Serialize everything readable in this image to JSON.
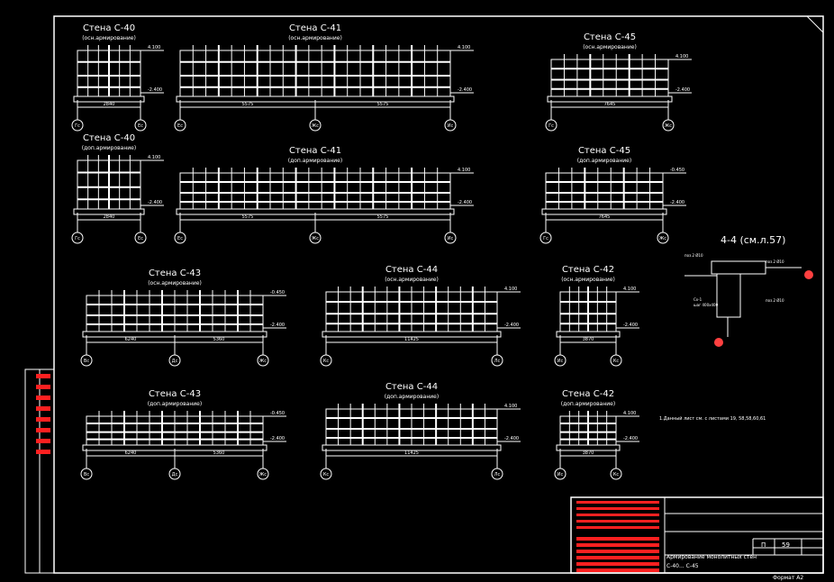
{
  "app": {
    "title": "AutoCAD drawing sheet"
  },
  "colors": {
    "background": "#000000",
    "lines": "#ffffff",
    "accent": "#ff2020",
    "section_mark": "#ff4040"
  },
  "elements": [
    {
      "id": "c40a",
      "title": "Стена  С-40",
      "subtitle": "(осн.армирование)",
      "dims": [
        "2840"
      ],
      "axes": [
        "Гс",
        "Ес"
      ],
      "marks": [
        "4.100",
        "-2.400"
      ]
    },
    {
      "id": "c41a",
      "title": "Стена  С-41",
      "subtitle": "(осн.армирование)",
      "dims": [
        "5575",
        "5575"
      ],
      "axes": [
        "Ес",
        "Жс",
        "Ис"
      ],
      "marks": [
        "4.100",
        "-2.400"
      ]
    },
    {
      "id": "c45a",
      "title": "Стена  С-45",
      "subtitle": "(осн.армирование)",
      "dims": [
        "7645"
      ],
      "axes": [
        "Гс",
        "Жс"
      ],
      "marks": [
        "4.100",
        "-2.400"
      ]
    },
    {
      "id": "c40b",
      "title": "Стена  С-40",
      "subtitle": "(доп.армирование)",
      "dims": [
        "2840"
      ],
      "axes": [
        "Гс",
        "Ес"
      ],
      "marks": [
        "4.100",
        "-2.400"
      ]
    },
    {
      "id": "c41b",
      "title": "Стена  С-41",
      "subtitle": "(доп.армирование)",
      "dims": [
        "5575",
        "5575"
      ],
      "axes": [
        "Ес",
        "Жс",
        "Ис"
      ],
      "marks": [
        "4.100",
        "-2.400"
      ]
    },
    {
      "id": "c45b",
      "title": "Стена  С-45",
      "subtitle": "(доп.армирование)",
      "dims": [
        "7645"
      ],
      "axes": [
        "Гс",
        "Жс"
      ],
      "marks": [
        "-0.450",
        "-2.400"
      ]
    },
    {
      "id": "c43a",
      "title": "Стена  С-43",
      "subtitle": "(осн.армирование)",
      "dims": [
        "6240",
        "5360"
      ],
      "axes": [
        "Вс",
        "Дс",
        "Жс"
      ],
      "marks": [
        "-0.450",
        "-2.400"
      ]
    },
    {
      "id": "c44a",
      "title": "Стена  С-44",
      "subtitle": "(осн.армирование)",
      "dims": [
        "11425"
      ],
      "axes": [
        "Кс",
        "Лс"
      ],
      "marks": [
        "4.100",
        "-2.400"
      ]
    },
    {
      "id": "c42a",
      "title": "Стена  С-42",
      "subtitle": "(осн.армирование)",
      "dims": [
        "3870"
      ],
      "axes": [
        "Ис",
        "Кс"
      ],
      "marks": [
        "4.100",
        "-2.400"
      ]
    },
    {
      "id": "c43b",
      "title": "Стена  С-43",
      "subtitle": "(доп.армирование)",
      "dims": [
        "6240",
        "5360"
      ],
      "axes": [
        "Вс",
        "Дс",
        "Жс"
      ],
      "marks": [
        "-0.450",
        "-2.400"
      ]
    },
    {
      "id": "c44b",
      "title": "Стена  С-44",
      "subtitle": "(доп.армирование)",
      "dims": [
        "11425"
      ],
      "axes": [
        "Кс",
        "Лс"
      ],
      "marks": [
        "4.100",
        "-2.400"
      ]
    },
    {
      "id": "c42b",
      "title": "Стена  С-42",
      "subtitle": "(доп.армирование)",
      "dims": [
        "3870"
      ],
      "axes": [
        "Ис",
        "Кс"
      ],
      "marks": [
        "4.100",
        "-2.400"
      ]
    }
  ],
  "section": {
    "title": "4-4 (см.л.57)"
  },
  "note": "1.Данный лист см. с листами 19, 58,58,60,61",
  "title_block": {
    "drawing_title": "Армирование монолитных стен",
    "drawing_subtitle": "С-40... С-45",
    "stage": "П",
    "sheet": "59",
    "format": "Формат А2"
  }
}
